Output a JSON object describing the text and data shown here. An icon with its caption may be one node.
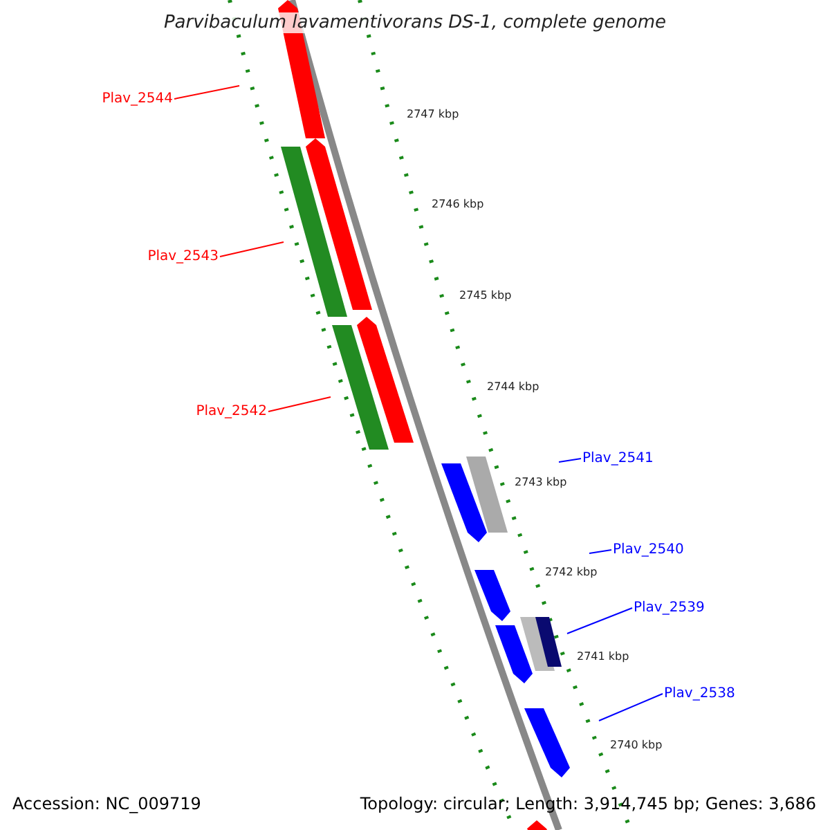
{
  "diagram": {
    "title": "Parvibaculum lavamentivorans DS-1, complete genome",
    "nodes": [
      {
        "text": [
          "Plav_2544"
        ]
      },
      {
        "text": [
          "Plav_2543"
        ]
      },
      {
        "text": [
          "Plav_2542"
        ]
      },
      {
        "text": [
          "Plav_2541"
        ]
      },
      {
        "text": [
          "Plav_2540"
        ]
      },
      {
        "text": [
          "Plav_2539"
        ]
      },
      {
        "text": [
          "Plav_2538"
        ]
      }
    ],
    "edges": [
      {
        "from": 0,
        "to": null,
        "arrow": "none",
        "color": "#ff0000"
      },
      {
        "from": 1,
        "to": null,
        "arrow": "none",
        "color": "#ff0000"
      },
      {
        "from": 2,
        "to": null,
        "arrow": "none",
        "color": "#ff0000"
      },
      {
        "from": 3,
        "to": null,
        "arrow": "none",
        "color": "#0000ff"
      },
      {
        "from": 4,
        "to": null,
        "arrow": "none",
        "color": "#0000ff"
      },
      {
        "from": 5,
        "to": null,
        "arrow": "none",
        "color": "#0000ff"
      },
      {
        "from": 6,
        "to": null,
        "arrow": "none",
        "color": "#0000ff"
      }
    ],
    "labels": [
      "2747 kbp",
      "2746 kbp",
      "2745 kbp",
      "2744 kbp",
      "2743 kbp",
      "2742 kbp",
      "2741 kbp",
      "2740 kbp",
      "Accession: NC_009719",
      "Topology: circular; Length: 3,914,745 bp; Genes: 3,686"
    ]
  }
}
